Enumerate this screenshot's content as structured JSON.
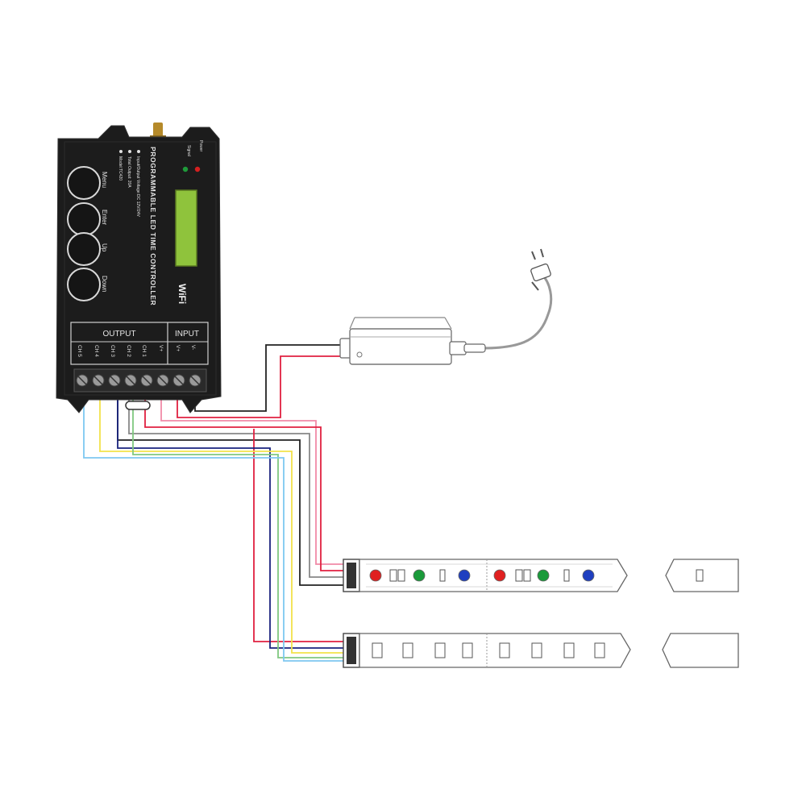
{
  "controller": {
    "title": "PROGRAMMABLE LED TIME CONTROLLER",
    "wifi_badge": "WiFi",
    "indicators": [
      "Power",
      "Signal"
    ],
    "buttons": [
      "Menu",
      "Enter",
      "Up",
      "Down"
    ],
    "specs": [
      "Model:TC420",
      "Total Output: 20A",
      "Input/Output Voltage:DC 12V/24V"
    ],
    "output_label": "OUTPUT",
    "input_label": "INPUT",
    "terminals": [
      "CH 5",
      "CH 4",
      "CH 3",
      "CH 2",
      "CH 1",
      "V+",
      "V+",
      "V-"
    ],
    "colors": {
      "body": "#1c1c1c",
      "lcd": "#8fc33c",
      "power_led": "#d42020",
      "signal_led": "#1f9a3a"
    }
  },
  "strip_top": {
    "led_colors": [
      "#e02020",
      "#1a9a3a",
      "#1f3fc0",
      "#e02020",
      "#1a9a3a",
      "#1f3fc0",
      "#e02020",
      "#1a9a3a"
    ]
  },
  "wire_colors": {
    "red": "#e02040",
    "pink": "#f08aa8",
    "black": "#222222",
    "grey": "#888888",
    "blue_dark": "#1a237e",
    "green": "#80c880",
    "yellow": "#f2e24a",
    "cyan": "#7ec8f0"
  },
  "icons": [
    "antenna-icon",
    "wifi-icon",
    "plug-icon",
    "power-adapter-icon"
  ]
}
